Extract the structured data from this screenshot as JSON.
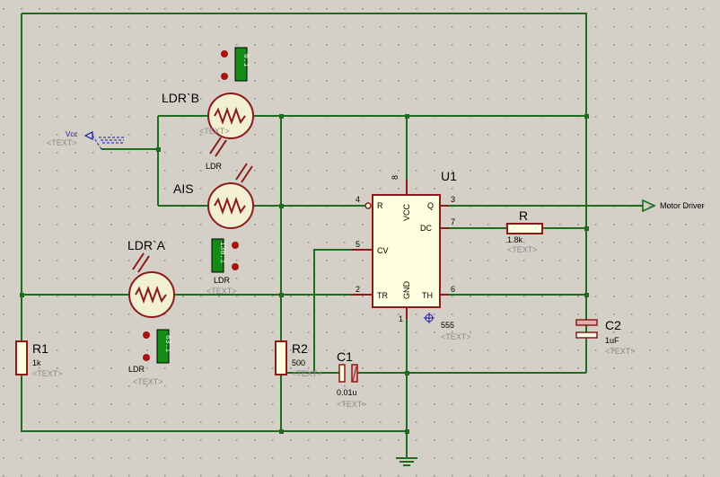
{
  "labels": {
    "ldr_b": "LDR`B",
    "ais": "AIS",
    "ldr_a": "LDR`A",
    "u1": "U1",
    "r": "R",
    "r1": "R1",
    "r2": "R2",
    "c1": "C1",
    "c2": "C2"
  },
  "values": {
    "r": "1.8k",
    "r1": "1k",
    "r2": "500",
    "c1": "0.01u",
    "c2": "1uF",
    "u1": "555"
  },
  "placeholder": "<TEXT>",
  "ldr_tag": "LDR",
  "vcc": "Vcc",
  "motor_driver": "Motor Driver",
  "displays": {
    "ldr_b": "0.1",
    "ais": "130.1",
    "ldr_a": "63.1"
  },
  "ic_pins": {
    "reset": "R",
    "vcc": "VCC",
    "q": "Q",
    "dc": "DC",
    "cv": "CV",
    "tr": "TR",
    "gnd": "GND",
    "th": "TH"
  },
  "pin_numbers": {
    "p4": "4",
    "p8": "8",
    "p3": "3",
    "p7": "7",
    "p5": "5",
    "p2": "2",
    "p6": "6",
    "p1": "1"
  },
  "colors": {
    "wire": "#1f6b1f",
    "component": "#8b1a1a",
    "background": "#d4d0c8",
    "ic_body": "#ffffe0",
    "display": "#158a15"
  }
}
